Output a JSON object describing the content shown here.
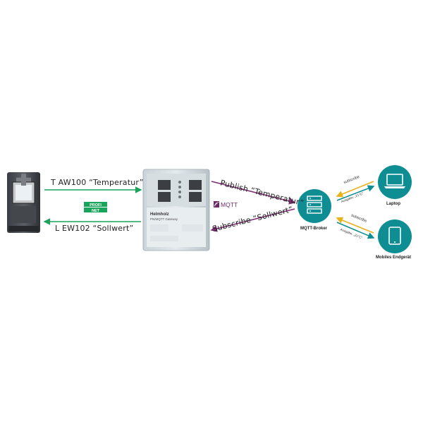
{
  "left_link": {
    "top_label": "T  AW100  “Temperatur”",
    "bottom_label": "L  EW102  “Sollwert”",
    "profinet_logo_top": "PROFI",
    "profinet_logo_bottom": "NET"
  },
  "gateway": {
    "brand": "Helmholz",
    "model": "PN/MQTT Gateway"
  },
  "mqtt_link": {
    "publish_label": "Publish “Temperatur”",
    "subscribe_label": "Subscribe “Sollwert”",
    "mqtt_logo": "MQTT"
  },
  "broker": {
    "label": "MQTT-Broker"
  },
  "laptop_link": {
    "subscribe": "subscribe",
    "output": "Ausgabe: „21°C“"
  },
  "mobile_link": {
    "subscribe": "subscribe",
    "output": "Ausgabe: „21°C“"
  },
  "laptop": {
    "label": "Laptop"
  },
  "mobile": {
    "label": "Mobiles Endgerät"
  },
  "colors": {
    "green": "#1aa35a",
    "purple": "#7d2d72",
    "teal": "#0e8e93",
    "yellow": "#e8b21b"
  }
}
